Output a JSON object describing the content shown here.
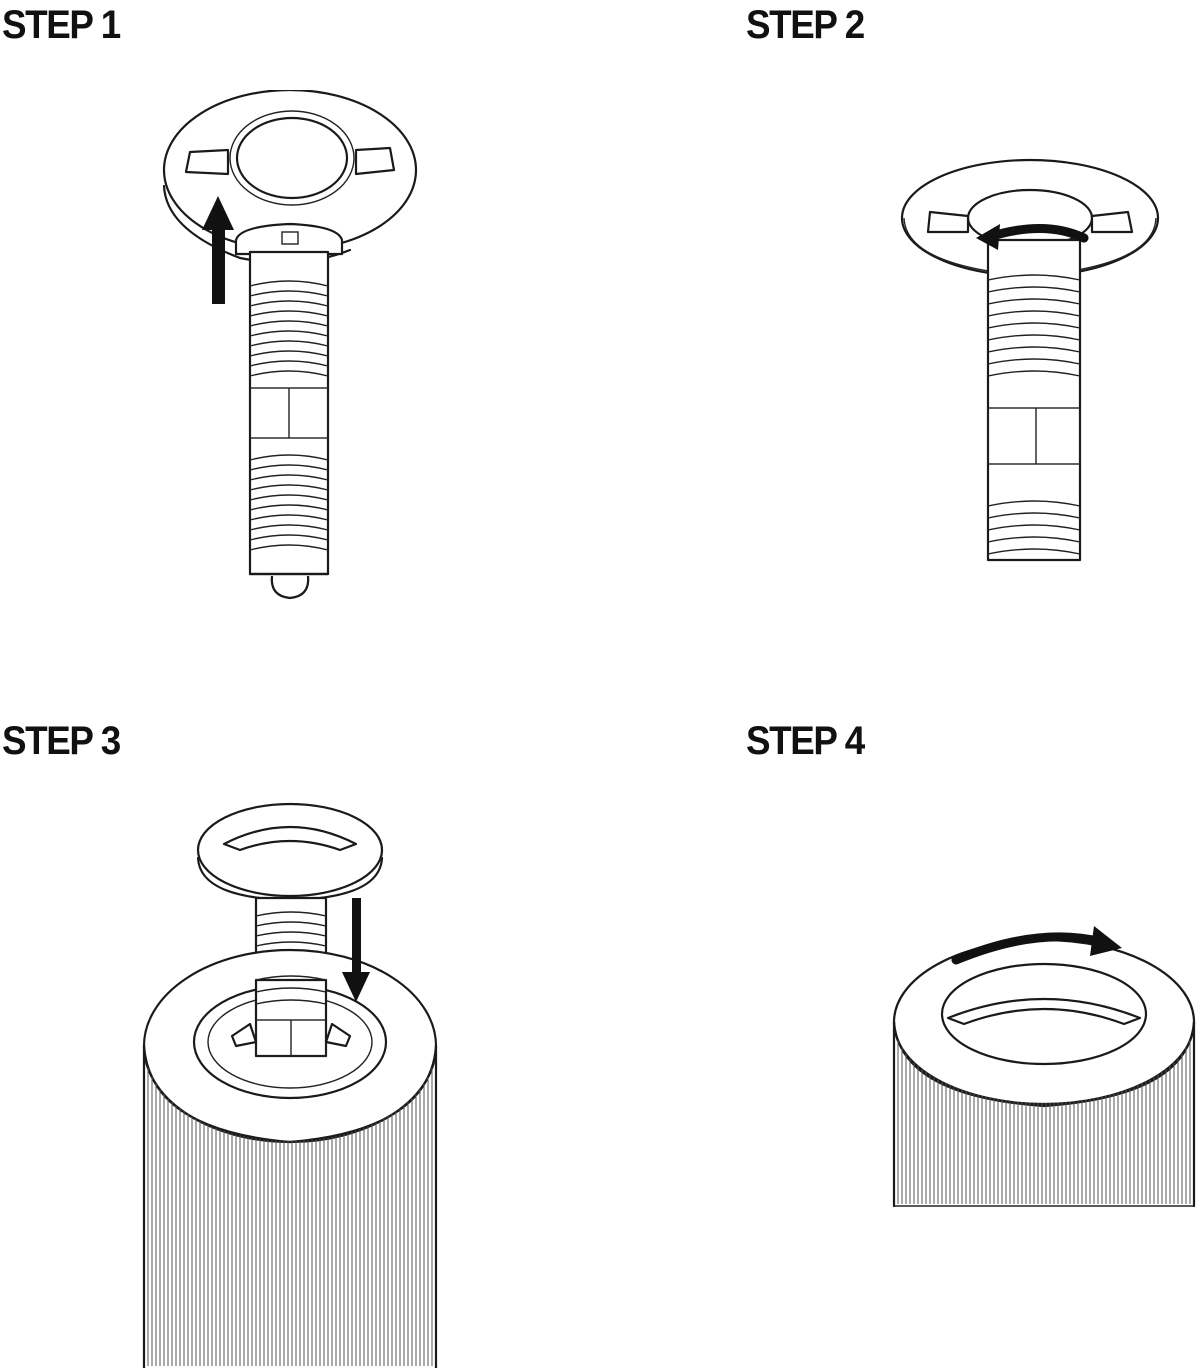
{
  "steps": [
    {
      "label": "STEP 1"
    },
    {
      "label": "STEP 2"
    },
    {
      "label": "STEP 3"
    },
    {
      "label": "STEP 4"
    }
  ],
  "colors": {
    "ink": "#111111",
    "background": "#ffffff"
  },
  "icons": [
    "arrow-up-icon",
    "arrow-rotate-left-icon",
    "arrow-down-icon",
    "arrow-rotate-right-icon"
  ]
}
